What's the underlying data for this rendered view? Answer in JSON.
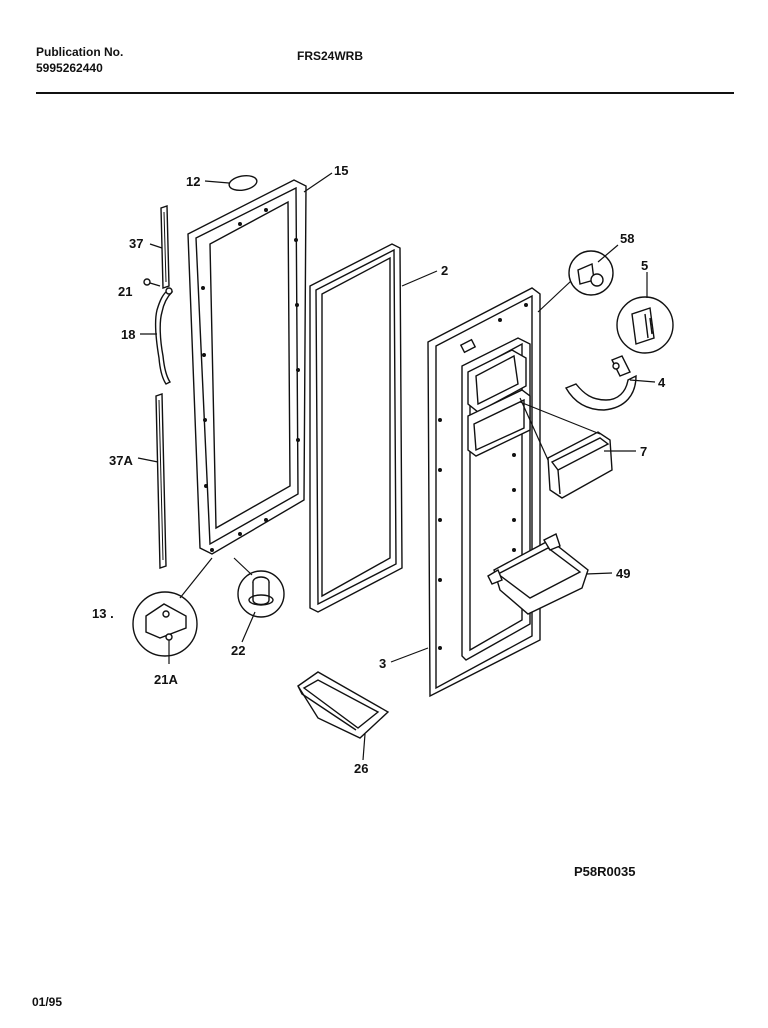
{
  "header": {
    "publication_label": "Publication No.",
    "publication_number": "5995262440",
    "model": "FRS24WRB"
  },
  "footer": {
    "drawing_code": "P58R0035",
    "date": "01/95"
  },
  "callouts": {
    "c12": "12",
    "c15": "15",
    "c37": "37",
    "c21": "21",
    "c18": "18",
    "c37A": "37A",
    "c2": "2",
    "c58": "58",
    "c5": "5",
    "c4": "4",
    "c7": "7",
    "c49": "49",
    "c13": "13 .",
    "c22": "22",
    "c21A": "21A",
    "c3": "3",
    "c26": "26"
  }
}
